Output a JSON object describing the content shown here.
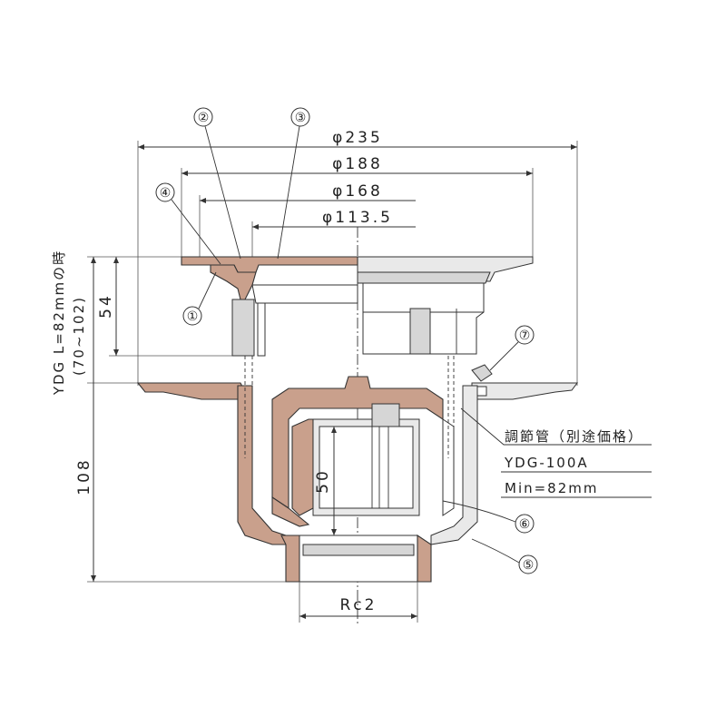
{
  "dimensions": {
    "d235": "φ235",
    "d188": "φ188",
    "d168": "φ168",
    "d113": "φ113.5",
    "h54": "54",
    "h108": "108",
    "h50": "50",
    "rc2": "Rc2"
  },
  "side_note": {
    "line1": "YDG L=82mmの時",
    "line2": "(70~102)"
  },
  "callouts": [
    "①",
    "②",
    "③",
    "④",
    "⑤",
    "⑥",
    "⑦"
  ],
  "pipe_note": {
    "line1": "調節管（別途価格）",
    "line2": "YDG-100A",
    "line3": "Min=82mm"
  },
  "colors": {
    "hatch": "#c9a08c",
    "grey": "#e9e9e9",
    "line": "#222222"
  }
}
